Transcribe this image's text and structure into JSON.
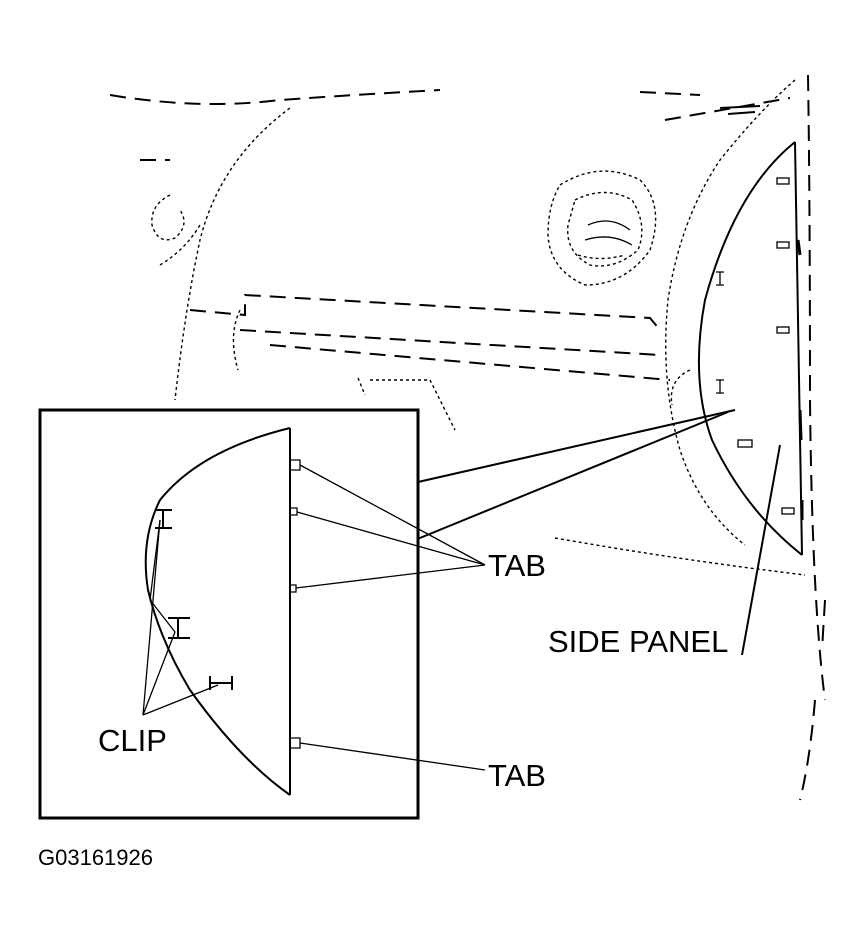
{
  "labels": {
    "tab_upper": "TAB",
    "tab_lower": "TAB",
    "side_panel": "SIDE PANEL",
    "clip": "CLIP"
  },
  "figure_id": "G03161926"
}
